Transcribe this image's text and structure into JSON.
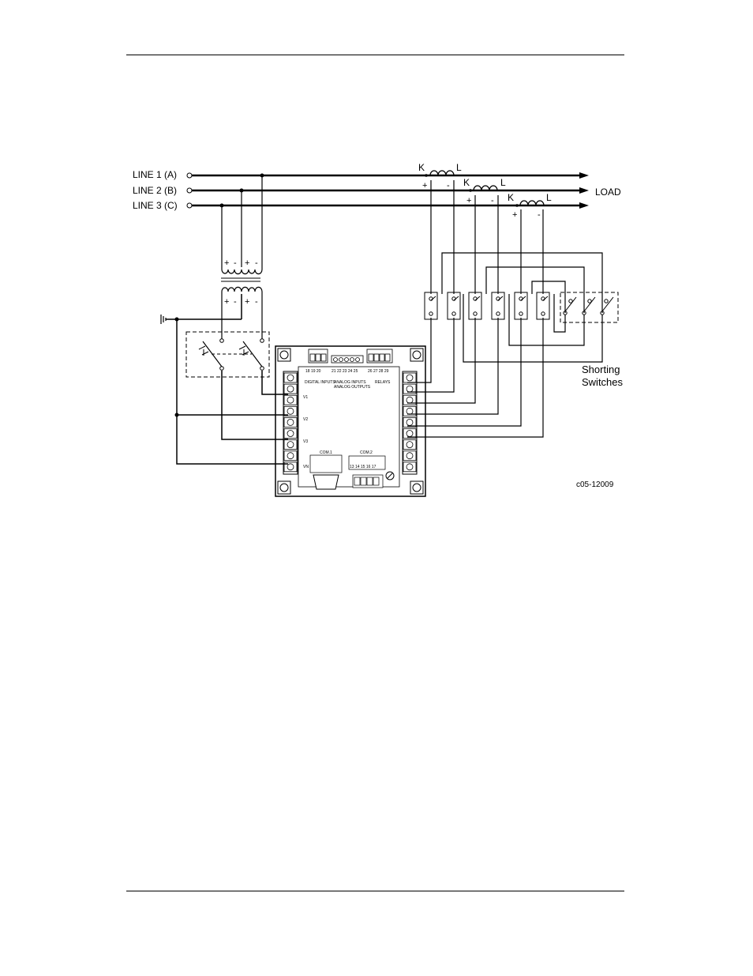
{
  "lines": [
    {
      "label": "LINE 1  (A)"
    },
    {
      "label": "LINE 2  (B)"
    },
    {
      "label": "LINE 3  (C)"
    }
  ],
  "load_label": "LOAD",
  "ct": {
    "k": "K",
    "l": "L",
    "plus": "+",
    "minus": "-"
  },
  "pt": {
    "plus": "+",
    "minus": "-"
  },
  "shorting_switches": [
    "Shorting",
    "Switches"
  ],
  "figure_code": "c05-12009",
  "meter": {
    "top_numbers_1": "18 19 20",
    "top_numbers_2": "21 22 23 24 25",
    "top_numbers_3": "26 27 28 29",
    "digital_inputs": "DIGITAL INPUTS",
    "analog_inputs": "ANALOG INPUTS",
    "analog_outputs": "ANALOG OUTPUTS",
    "relays": "RELAYS",
    "com1": "COM.1",
    "com2": "COM.2",
    "com2_numbers": "13 14 15 16 17",
    "left_terminals": [
      "V1",
      "V2",
      "V3",
      "VN"
    ]
  }
}
